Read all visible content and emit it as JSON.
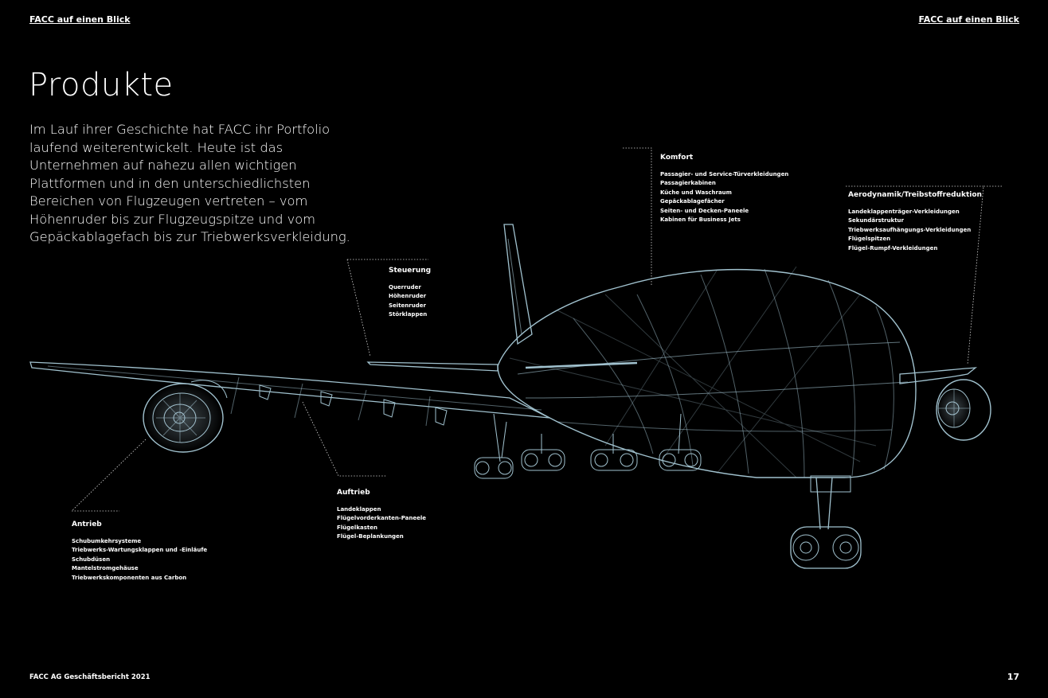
{
  "header": {
    "left": "FACC auf einen Blick",
    "right": "FACC auf einen Blick"
  },
  "title": "Produkte",
  "intro": "Im Lauf ihrer Geschichte hat FACC ihr Portfolio laufend weiterentwickelt. Heute ist das Unternehmen auf nahezu allen wichtigen Plattformen und in den unterschiedlichsten Bereichen von Flugzeugen vertreten – vom Höhenruder bis zur Flugzeugspitze und vom Gepäckablagefach bis zur Triebwerksverkleidung.",
  "callouts": {
    "komfort": {
      "title": "Komfort",
      "items": [
        "Passagier- und Service-Türverkleidungen",
        "Passagierkabinen",
        "Küche und Waschraum",
        "Gepäckablagefächer",
        "Seiten- und Decken-Paneele",
        "Kabinen für Business Jets"
      ]
    },
    "aerodynamik": {
      "title": "Aerodynamik/Treibstoffreduktion",
      "items": [
        "Landeklappenträger-Verkleidungen",
        "Sekundärstruktur",
        "Triebwerksaufhängungs-Verkleidungen",
        "Flügelspitzen",
        "Flügel-Rumpf-Verkleidungen"
      ]
    },
    "steuerung": {
      "title": "Steuerung",
      "items": [
        "Querruder",
        "Höhenruder",
        "Seitenruder",
        "Störklappen"
      ]
    },
    "auftrieb": {
      "title": "Auftrieb",
      "items": [
        "Landeklappen",
        "Flügelvorderkanten-Paneele",
        "Flügelkasten",
        "Flügel-Beplankungen"
      ]
    },
    "antrieb": {
      "title": "Antrieb",
      "items": [
        "Schubumkehrsysteme",
        "Triebwerks-Wartungsklappen und -Einläufe",
        "Schubdüsen",
        "Mantelstromgehäuse",
        "Triebwerkskomponenten aus Carbon"
      ]
    }
  },
  "footer": {
    "left": "FACC AG  Geschäftsbericht 2021",
    "page_number": "17"
  },
  "colors": {
    "background": "#000000",
    "wireframe": "#bfe6f5"
  }
}
